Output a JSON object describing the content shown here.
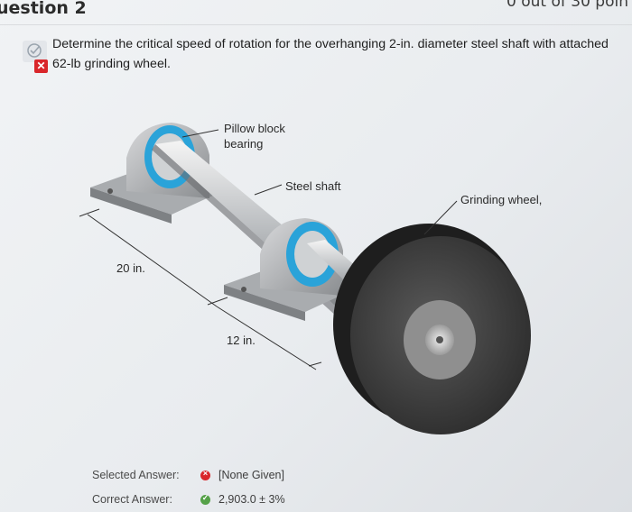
{
  "header": {
    "question_title": "uestion 2",
    "points": "0 out of 30 poin"
  },
  "question": {
    "text": "Determine the critical speed of rotation for the overhanging 2-in. diameter steel shaft with attached\n62-lb grinding wheel.",
    "status_icon": "cross-icon"
  },
  "figure": {
    "labels": {
      "pillow_block": "Pillow block\nbearing",
      "pillow_block_line1": "Pillow block",
      "pillow_block_line2": "bearing",
      "steel_shaft": "Steel shaft",
      "grinding_wheel": "Grinding wheel,",
      "dim_20": "20 in.",
      "dim_12": "12 in."
    }
  },
  "answers": {
    "selected_label": "Selected Answer:",
    "selected_value": "[None Given]",
    "selected_icon": "cross-circle-icon",
    "correct_label": "Correct Answer:",
    "correct_value": "2,903.0 ± 3%",
    "correct_icon": "check-circle-icon"
  },
  "colors": {
    "bearing_ring": "#2aa3d9",
    "wrong": "#d9262a",
    "correct": "#55a148"
  }
}
